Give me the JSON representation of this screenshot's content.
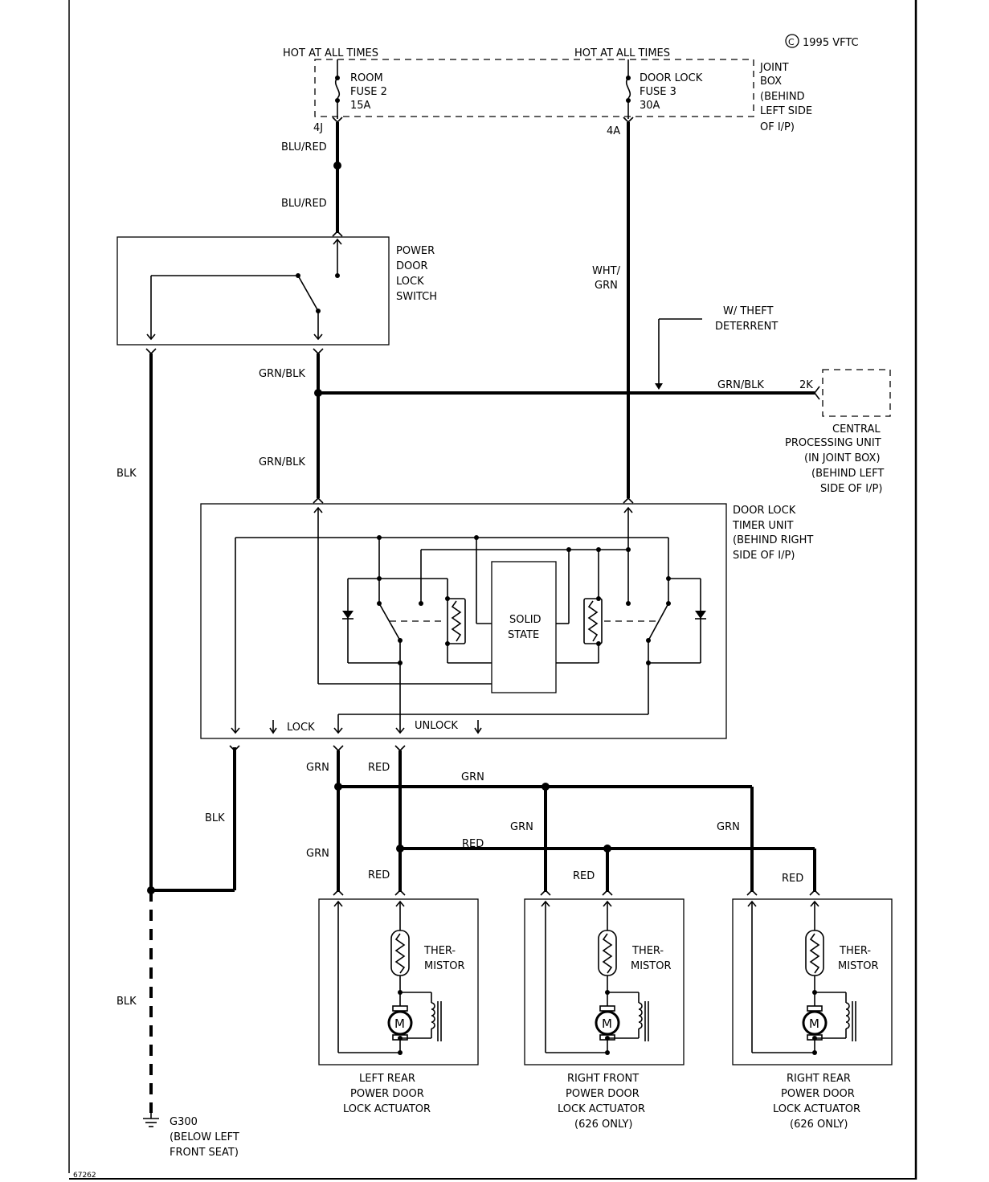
{
  "copyright": "1995 VFTC",
  "figure_number": "67262",
  "labels": {
    "hot1": "HOT AT ALL TIMES",
    "hot2": "HOT AT ALL TIMES",
    "fuse1": [
      "ROOM",
      "FUSE 2",
      "15A"
    ],
    "fuse2": [
      "DOOR LOCK",
      "FUSE 3",
      "30A"
    ],
    "joint_box": [
      "JOINT",
      "BOX",
      "(BEHIND",
      "LEFT SIDE",
      "OF I/P)"
    ],
    "pin_4j": "4J",
    "pin_4a": "4A",
    "blu_red_1": "BLU/RED",
    "blu_red_2": "BLU/RED",
    "switch_label": [
      "POWER",
      "DOOR",
      "LOCK",
      "SWITCH"
    ],
    "wht_grn": [
      "WHT/",
      "GRN"
    ],
    "theft": [
      "W/ THEFT",
      "DETERRENT"
    ],
    "grn_blk_1": "GRN/BLK",
    "grn_blk_2": "GRN/BLK",
    "grn_blk_3": "GRN/BLK",
    "pin_2k": "2K",
    "cpu": [
      "CENTRAL",
      "PROCESSING UNIT",
      "(IN JOINT BOX)",
      "(BEHIND LEFT",
      "SIDE OF I/P)"
    ],
    "blk_1": "BLK",
    "blk_2": "BLK",
    "blk_3": "BLK",
    "timer": [
      "DOOR LOCK",
      "TIMER UNIT",
      "(BEHIND RIGHT",
      "SIDE OF I/P)"
    ],
    "solid_state": [
      "SOLID",
      "STATE"
    ],
    "lock": "LOCK",
    "unlock": "UNLOCK",
    "grn_1": "GRN",
    "grn_2": "GRN",
    "grn_3": "GRN",
    "grn_4": "GRN",
    "grn_5": "GRN",
    "red_1": "RED",
    "red_2": "RED",
    "red_3": "RED",
    "red_4": "RED",
    "red_5": "RED",
    "thermistor": [
      "THER-",
      "MISTOR"
    ],
    "motor": "M",
    "actuator_lr": [
      "LEFT REAR",
      "POWER DOOR",
      "LOCK ACTUATOR"
    ],
    "actuator_rf": [
      "RIGHT FRONT",
      "POWER DOOR",
      "LOCK ACTUATOR",
      "(626 ONLY)"
    ],
    "actuator_rr": [
      "RIGHT REAR",
      "POWER DOOR",
      "LOCK ACTUATOR",
      "(626 ONLY)"
    ],
    "ground": [
      "G300",
      "(BELOW LEFT",
      "FRONT SEAT)"
    ]
  }
}
